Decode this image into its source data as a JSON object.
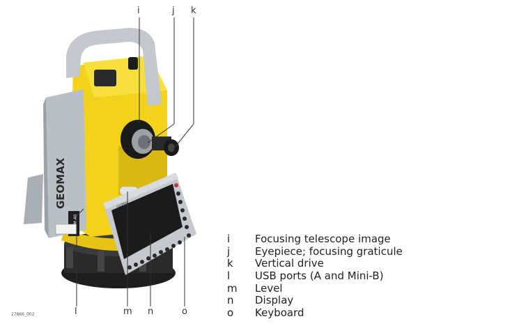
{
  "figure_id": "27866_002",
  "callouts": [
    "i",
    "j",
    "k",
    "l",
    "m",
    "n",
    "o"
  ],
  "legend": [
    {
      "key": "i",
      "desc": "Focusing telescope image"
    },
    {
      "key": "j",
      "desc": "Eyepiece; focusing graticule"
    },
    {
      "key": "k",
      "desc": "Vertical drive"
    },
    {
      "key": "l",
      "desc": "USB ports (A and Mini-B)"
    },
    {
      "key": "m",
      "desc": "Level"
    },
    {
      "key": "n",
      "desc": "Display"
    },
    {
      "key": "o",
      "desc": "Keyboard"
    }
  ],
  "brand": "GEOMAX",
  "model": "ZOOM 40",
  "colors": {
    "body_yellow": "#f2d21b",
    "body_grey": "#b9bfc6",
    "base_black": "#2a2a2a",
    "screen": "#1b1b1b"
  }
}
